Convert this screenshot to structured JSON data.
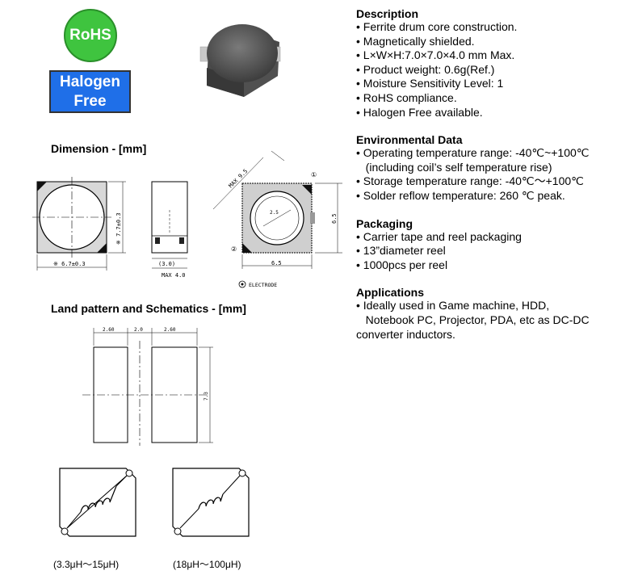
{
  "badges": {
    "rohs": "RoHS",
    "halogen_line1": "Halogen",
    "halogen_line2": "Free"
  },
  "headings": {
    "dimension": "Dimension -  [mm]",
    "land_pattern": "Land pattern and Schematics -  [mm]"
  },
  "drawing_labels": {
    "front_width": "※ 6.7±0.3",
    "front_height": "※ 7.7±0.3",
    "side_dim": "(3.0)",
    "side_max": "MAX 4.0",
    "diag_max": "MAX 9.5",
    "top_width": "6.5",
    "top_height": "6.5",
    "center_dim": "2.5",
    "pin1": "①",
    "pin2": "②",
    "electrode": "ELECTRODE",
    "land_w1": "2.60",
    "land_gap": "2.0",
    "land_w2": "2.60",
    "land_h": "7.3"
  },
  "description": {
    "title": "Description",
    "items": [
      "• Ferrite drum core construction.",
      "• Magnetically shielded.",
      "• L×W×H:7.0×7.0×4.0 mm Max.",
      "• Product weight: 0.6g(Ref.)",
      "• Moisture Sensitivity Level: 1",
      "• RoHS compliance.",
      "• Halogen Free available."
    ]
  },
  "environmental": {
    "title": "Environmental Data",
    "items": [
      "• Operating temperature range: -40℃~+100℃",
      "   (including coil’s self temperature rise)",
      "• Storage temperature range: -40℃～+100℃",
      "• Solder reflow temperature: 260 ℃ peak."
    ]
  },
  "packaging": {
    "title": "Packaging",
    "items": [
      "• Carrier tape and reel packaging",
      "• 13”diameter reel",
      "• 1000pcs per reel"
    ]
  },
  "applications": {
    "title": "Applications",
    "items": [
      "• Ideally used in Game machine, HDD,",
      "   Notebook PC, Projector, PDA, etc as DC-DC",
      "converter inductors."
    ]
  },
  "schematics": {
    "caption_left": "(3.3μH～15μH)",
    "caption_right": "(18μH～100μH)"
  }
}
